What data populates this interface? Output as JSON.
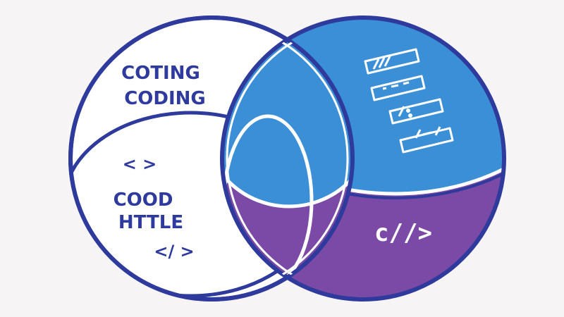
{
  "diagram": {
    "left_circle": {
      "line1": "COTING",
      "line2": "CODING"
    },
    "lower_lens": {
      "tag_open": "< >",
      "line1": "COOD",
      "line2": "HTTLE",
      "tag_close": "</ >"
    },
    "blue_region": {
      "icon": "code-list-icon"
    },
    "purple_region": {
      "label": "c//>"
    },
    "colors": {
      "outline": "#2e3a9c",
      "blue": "#3a8fd6",
      "purple": "#7b4aa6",
      "background": "#f6f4f4",
      "white": "#ffffff"
    }
  }
}
